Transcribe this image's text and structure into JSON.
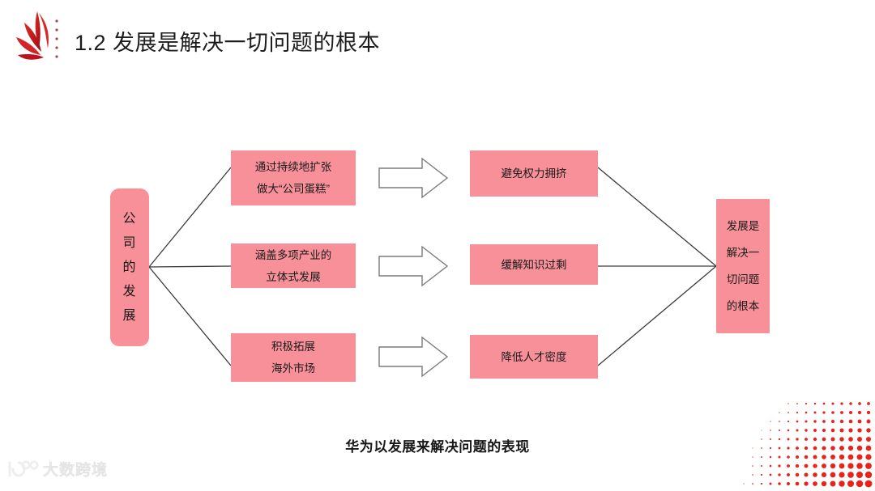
{
  "header": {
    "title": "1.2 发展是解决一切问题的根本",
    "logo_icon": "huawei-flower-logo"
  },
  "diagram": {
    "source": {
      "label": "公司的发展",
      "chars": [
        "公",
        "司",
        "的",
        "发",
        "展"
      ]
    },
    "middle": [
      {
        "lines": [
          "通过持续地扩张",
          "做大“公司蛋糕”"
        ]
      },
      {
        "lines": [
          "涵盖多项产业的",
          "立体式发展"
        ]
      },
      {
        "lines": [
          "积极拓展",
          "海外市场"
        ]
      }
    ],
    "arrows": [
      {
        "icon": "block-arrow-right-icon"
      },
      {
        "icon": "block-arrow-right-icon"
      },
      {
        "icon": "block-arrow-right-icon"
      }
    ],
    "outcomes": [
      {
        "lines": [
          "避免权力拥挤"
        ]
      },
      {
        "lines": [
          "缓解知识过剩"
        ]
      },
      {
        "lines": [
          "降低人才密度"
        ]
      }
    ],
    "goal": {
      "label": "发展是解决一切问题的根本",
      "lines": [
        "发展是",
        "解决一",
        "切问题",
        "的根本"
      ]
    }
  },
  "caption": "华为以发展来解决问题的表现",
  "watermark": {
    "text": "大数跨境",
    "logo_icon": "dashujingjing-logo"
  },
  "decoration": {
    "halftone_icon": "halftone-dots-corner"
  },
  "colors": {
    "node_fill": "#F79099",
    "brand_red": "#C8102E",
    "halftone_red": "#E8241A",
    "text_dark": "#1a1a1a",
    "connector": "#3a3a3a",
    "arrow_stroke": "#7b7b7b",
    "background": "#ffffff"
  }
}
